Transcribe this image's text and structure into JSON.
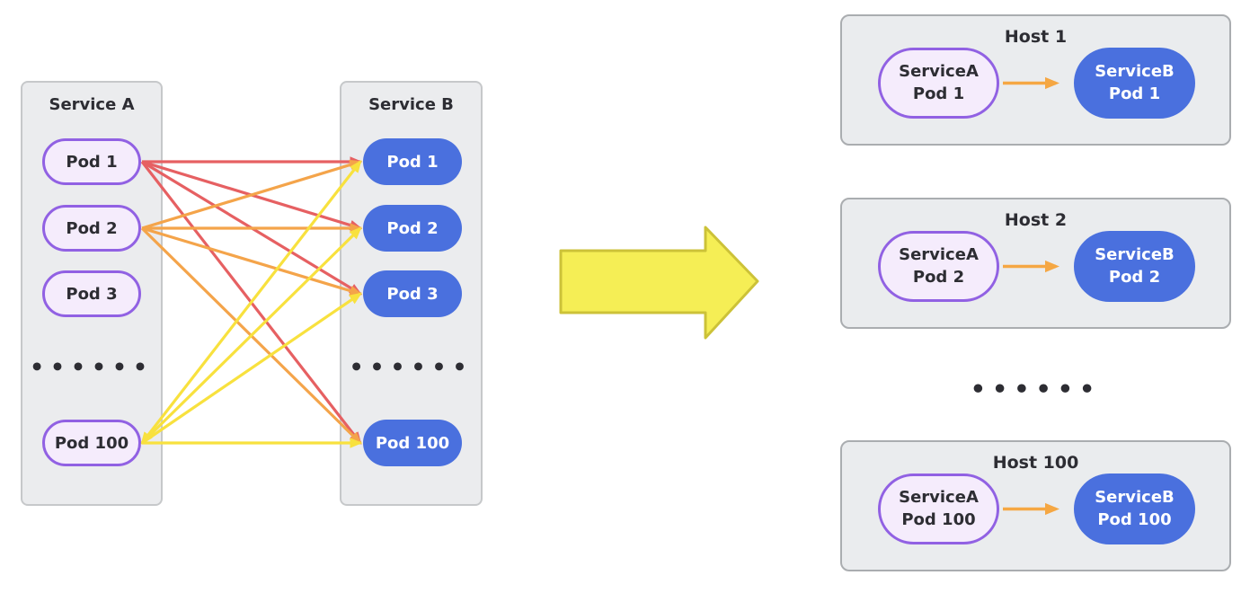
{
  "colors": {
    "canvas_bg": "#ffffff",
    "container_fill": "#ebecee",
    "container_border": "#c6c8ca",
    "host_fill": "#eaecee",
    "host_border": "#aaadb0",
    "pod_a_fill": "#f5ecfc",
    "pod_a_border": "#9161e3",
    "pod_b_fill": "#4a70de",
    "pod_b_text": "#ffffff",
    "text_dark": "#2d2d33",
    "line_red": "#e66062",
    "line_orange": "#f4a44a",
    "line_yellow": "#f8e13e",
    "big_arrow_fill": "#f5ee55",
    "big_arrow_border": "#ccc238",
    "host_arrow": "#f5a743"
  },
  "left_panel": {
    "service_a": {
      "title": "Service A",
      "pods": [
        "Pod 1",
        "Pod 2",
        "Pod 3",
        "Pod 100"
      ],
      "ellipsis": "••••••"
    },
    "service_b": {
      "title": "Service B",
      "pods": [
        "Pod 1",
        "Pod 2",
        "Pod 3",
        "Pod 100"
      ],
      "ellipsis": "••••••"
    },
    "connections": [
      {
        "from": "a1",
        "to": "b1",
        "color": "red"
      },
      {
        "from": "a1",
        "to": "b2",
        "color": "red"
      },
      {
        "from": "a1",
        "to": "b3",
        "color": "red"
      },
      {
        "from": "a1",
        "to": "b100",
        "color": "red"
      },
      {
        "from": "a2",
        "to": "b1",
        "color": "orange"
      },
      {
        "from": "a2",
        "to": "b2",
        "color": "orange"
      },
      {
        "from": "a2",
        "to": "b3",
        "color": "orange"
      },
      {
        "from": "a2",
        "to": "b100",
        "color": "orange"
      },
      {
        "from": "a100",
        "to": "b1",
        "color": "yellow",
        "double_headed": true
      },
      {
        "from": "a100",
        "to": "b2",
        "color": "yellow"
      },
      {
        "from": "a100",
        "to": "b3",
        "color": "yellow"
      },
      {
        "from": "a100",
        "to": "b100",
        "color": "yellow"
      }
    ]
  },
  "right_panel": {
    "hosts": [
      {
        "title": "Host 1",
        "pod_a_line1": "ServiceA",
        "pod_a_line2": "Pod 1",
        "pod_b_line1": "ServiceB",
        "pod_b_line2": "Pod 1"
      },
      {
        "title": "Host 2",
        "pod_a_line1": "ServiceA",
        "pod_a_line2": "Pod 2",
        "pod_b_line1": "ServiceB",
        "pod_b_line2": "Pod 2"
      },
      {
        "title": "Host 100",
        "pod_a_line1": "ServiceA",
        "pod_a_line2": "Pod 100",
        "pod_b_line1": "ServiceB",
        "pod_b_line2": "Pod 100"
      }
    ],
    "ellipsis": "••••••"
  }
}
